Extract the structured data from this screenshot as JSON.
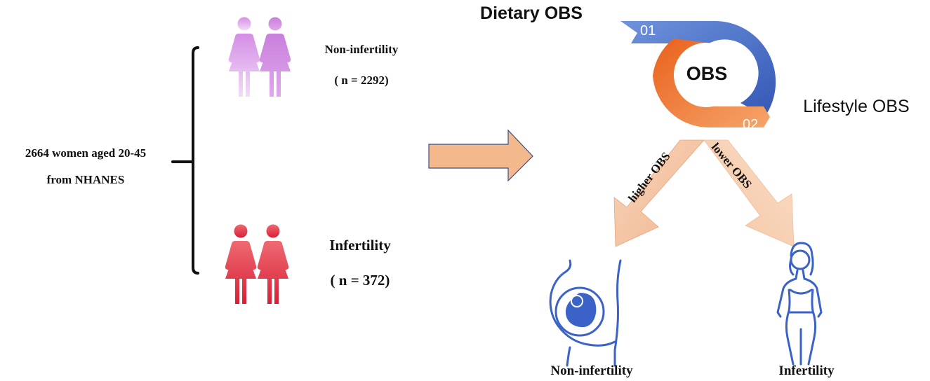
{
  "cohort": {
    "line1": "2664 women aged 20-45",
    "line2": "from NHANES"
  },
  "groups": {
    "non_infertility": {
      "label": "Non-infertility",
      "n": "( n = 2292)"
    },
    "infertility": {
      "label": "Infertility",
      "n": "( n = 372)"
    }
  },
  "obs": {
    "center": "OBS",
    "dietary": "Dietary OBS",
    "lifestyle": "Lifestyle OBS",
    "badge1": "01",
    "badge2": "02"
  },
  "paths": {
    "higher": "higher OBS",
    "lower": "lower OBS"
  },
  "outcomes": {
    "left": "Non-infertility",
    "right": "Infertility"
  },
  "colors": {
    "purple_icon": "#d79be6",
    "red_icon": "#e23a4a",
    "obs_blue": "#4a72c4",
    "obs_orange": "#ef7a2e",
    "arrow_fill": "#f3b88c",
    "line_icon_blue": "#3b63c7"
  }
}
